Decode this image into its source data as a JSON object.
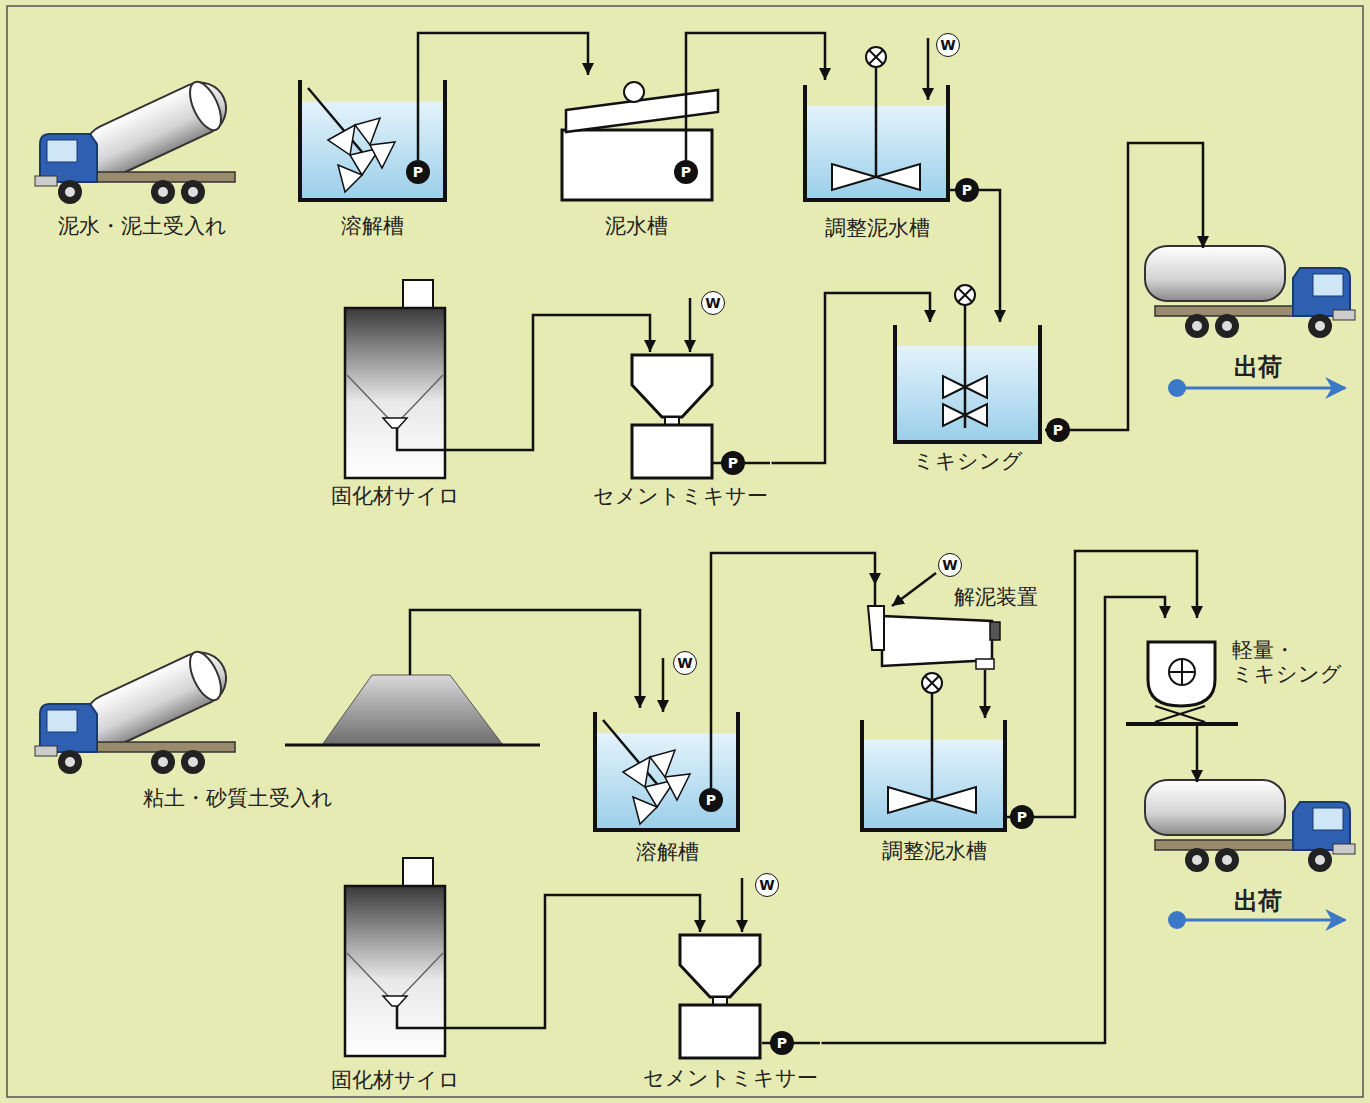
{
  "diagram": {
    "nodes": [
      {
        "text": [
          "泥水・泥土受入れ"
        ]
      },
      {
        "text": [
          "溶解槽"
        ]
      },
      {
        "text": [
          "泥水槽"
        ]
      },
      {
        "text": [
          "調整泥水槽"
        ]
      },
      {
        "text": [
          "固化材サイロ"
        ]
      },
      {
        "text": [
          "セメントミキサー"
        ]
      },
      {
        "text": [
          "ミキシング"
        ]
      },
      {
        "text": [
          "出荷"
        ]
      },
      {
        "text": [
          "粘土・砂質土受入れ"
        ]
      },
      {
        "text": [
          "溶解槽"
        ]
      },
      {
        "text": [
          "解泥装置"
        ]
      },
      {
        "text": [
          "調整泥水槽"
        ]
      },
      {
        "text": [
          "軽量・ ミキシング"
        ]
      },
      {
        "text": [
          "出荷"
        ]
      },
      {
        "text": [
          "固化材サイロ"
        ]
      },
      {
        "text": [
          "セメントミキサー"
        ]
      }
    ],
    "edges": [
      {
        "from": 1,
        "to": 2,
        "arrow": "to"
      },
      {
        "from": 2,
        "to": 3,
        "arrow": "to"
      },
      {
        "from": 3,
        "to": 6,
        "arrow": "to"
      },
      {
        "from": 4,
        "to": 5,
        "arrow": "to"
      },
      {
        "from": 5,
        "to": 6,
        "arrow": "to"
      },
      {
        "from": 6,
        "to": 7,
        "arrow": "to"
      },
      {
        "from": 8,
        "to": 9,
        "arrow": "to"
      },
      {
        "from": 9,
        "to": 10,
        "arrow": "to"
      },
      {
        "from": 10,
        "to": 11,
        "arrow": "to"
      },
      {
        "from": 11,
        "to": 12,
        "arrow": "to"
      },
      {
        "from": 14,
        "to": 15,
        "arrow": "to"
      },
      {
        "from": 15,
        "to": 12,
        "arrow": "to"
      },
      {
        "from": 12,
        "to": 13,
        "arrow": "to"
      }
    ],
    "labels": [
      "W",
      "P",
      "P",
      "P",
      "W",
      "P",
      "P",
      "W",
      "W",
      "P",
      "P",
      "W",
      "P"
    ]
  }
}
